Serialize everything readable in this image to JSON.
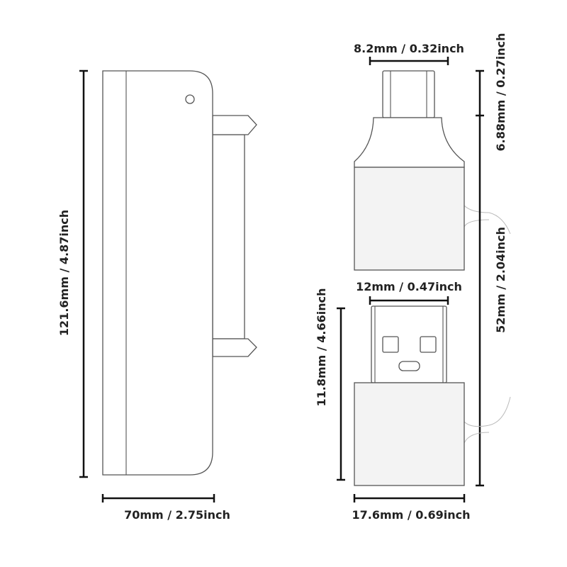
{
  "dimensions": {
    "charger_height": "121.6mm  /  4.87inch",
    "charger_width": "70mm  /  2.75inch",
    "typec_tip_width": "8.2mm  /  0.32inch",
    "typec_tip_length": "6.88mm  /  0.27inch",
    "adapter_total_length": "52mm  /  2.04inch",
    "usba_tip_width": "12mm  /  0.47inch",
    "usba_height": "11.8mm  /  4.66inch",
    "adapter_body_width": "17.6mm  /  0.69inch"
  }
}
